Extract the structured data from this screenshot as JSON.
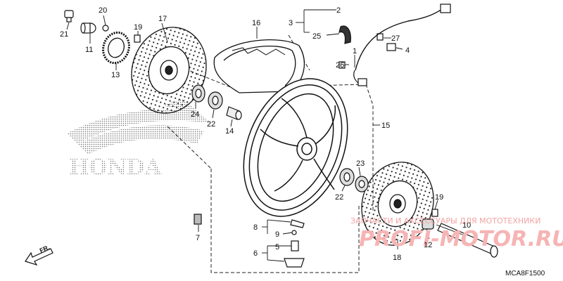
{
  "brand": {
    "wordmark": "HONDA"
  },
  "diagram_code": "MCA8F1500",
  "watermark": {
    "top": "ЗАПЧАСТИ И АКСЕССУАРЫ ДЛЯ МОТОТЕХНИКИ",
    "bottom": "PROFI-MOTOR.RU"
  },
  "direction_label": "FR.",
  "callouts": {
    "c1": "1",
    "c2": "2",
    "c3": "3",
    "c4": "4",
    "c5": "5",
    "c6": "6",
    "c7": "7",
    "c8": "8",
    "c9": "9",
    "c10": "10",
    "c11": "11",
    "c12": "12",
    "c13": "13",
    "c14": "14",
    "c15": "15",
    "c16": "16",
    "c17": "17",
    "c18": "18",
    "c19a": "19",
    "c19b": "19",
    "c20": "20",
    "c21": "21",
    "c22a": "22",
    "c22b": "22",
    "c23": "23",
    "c24": "24",
    "c25": "25",
    "c26": "26",
    "c27": "27"
  }
}
